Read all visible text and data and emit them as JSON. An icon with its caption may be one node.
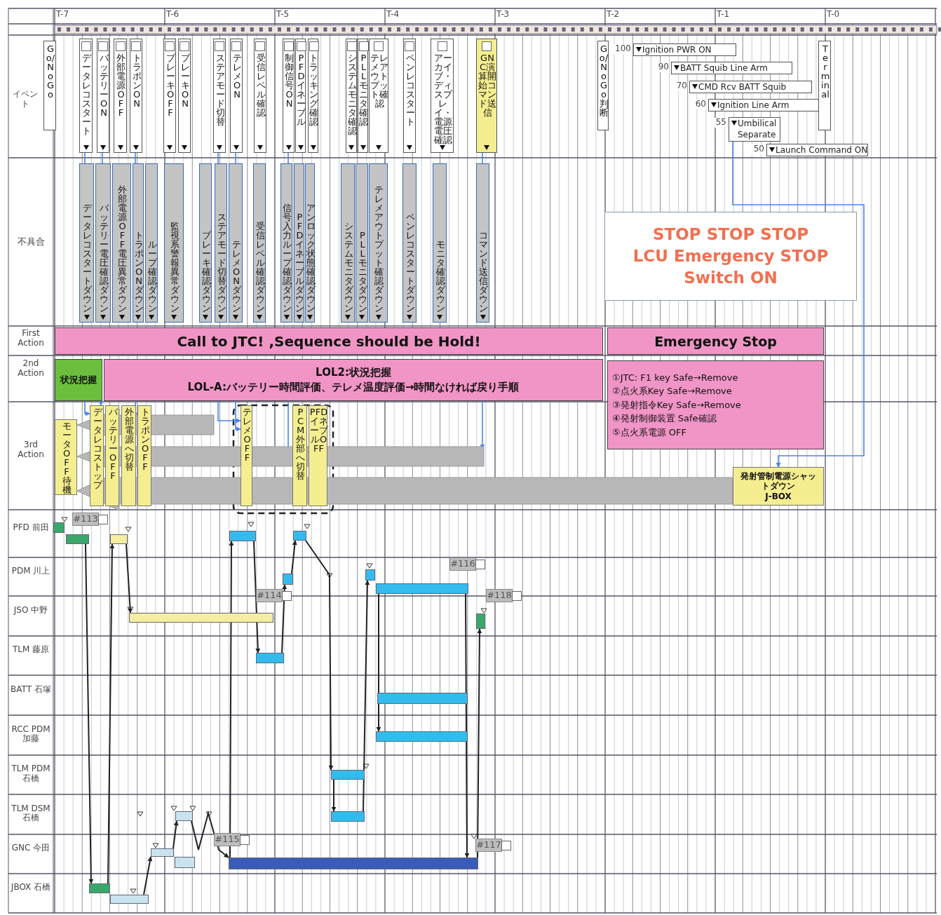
{
  "diagram": {
    "nodes": [
      {
        "text": [
          "Go/NoGo"
        ]
      },
      {
        "text": [
          "データレコスタート"
        ]
      },
      {
        "text": [
          "バッテリーON"
        ]
      },
      {
        "text": [
          "外部電源OFF"
        ]
      },
      {
        "text": [
          "トラポンON"
        ]
      },
      {
        "text": [
          "ブレーキOFF"
        ]
      },
      {
        "text": [
          "ブレーキON"
        ]
      },
      {
        "text": [
          "ステアモード切替"
        ]
      },
      {
        "text": [
          "テレメON"
        ]
      },
      {
        "text": [
          "受信レベル確認"
        ]
      },
      {
        "text": [
          "制御信号ON"
        ]
      },
      {
        "text": [
          "PFDイネーブル"
        ]
      },
      {
        "text": [
          "トラッキング確認"
        ]
      },
      {
        "text": [
          "システムモニタ確認"
        ]
      },
      {
        "text": [
          "PLLモニタ確認"
        ]
      },
      {
        "text": [
          "テレメアウトプット確認"
        ]
      },
      {
        "text": [
          "ペンレコスタート"
        ]
      },
      {
        "text": [
          "アーカイブ・ディスプレイ・電源電圧確認"
        ]
      },
      {
        "text": [
          "GNC演算開始コマンド送信"
        ]
      },
      {
        "text": [
          "Go/NoGo判断"
        ]
      },
      {
        "text": [
          "Terminal"
        ]
      },
      {
        "text": [
          "Ignition PWR ON"
        ],
        "beside": [
          "100"
        ]
      },
      {
        "text": [
          "BATT Squib Line Arm"
        ],
        "beside": [
          "90"
        ]
      },
      {
        "text": [
          "CMD Rcv BATT Squib"
        ],
        "beside": [
          "70"
        ]
      },
      {
        "text": [
          "Ignition Line Arm"
        ],
        "beside": [
          "60"
        ]
      },
      {
        "text": [
          "Umbilical Separate"
        ],
        "beside": [
          "55"
        ]
      },
      {
        "text": [
          "Launch Command ON"
        ],
        "beside": [
          "50"
        ]
      },
      {
        "text": [
          "データレコスタートダウン"
        ]
      },
      {
        "text": [
          "バッテリー電圧確認ダウン"
        ]
      },
      {
        "text": [
          "外部電源OFF電圧異常ダウン"
        ]
      },
      {
        "text": [
          "トラポンONダウン"
        ]
      },
      {
        "text": [
          "ループ確認ダウン"
        ]
      },
      {
        "text": [
          "監視系警報異常ダウン"
        ]
      },
      {
        "text": [
          "ブレーキ確認ダウン"
        ]
      },
      {
        "text": [
          "ステアモード切替ダウン"
        ]
      },
      {
        "text": [
          "テレメONダウン"
        ]
      },
      {
        "text": [
          "受信レベル確認ダウン"
        ]
      },
      {
        "text": [
          "信号入力ループ確認ダウン"
        ]
      },
      {
        "text": [
          "PFDイネーブルダウン"
        ]
      },
      {
        "text": [
          "アンロック状態確認ダウン"
        ]
      },
      {
        "text": [
          "システムモニタダウン"
        ]
      },
      {
        "text": [
          "PLLモニタダウン"
        ]
      },
      {
        "text": [
          "テレメアウトプット確認ダウン"
        ]
      },
      {
        "text": [
          "ペンレコスタートダウン"
        ]
      },
      {
        "text": [
          "モニタ確認ダウン"
        ]
      },
      {
        "text": [
          "コマンド送信ダウン"
        ]
      },
      {
        "text": [
          "STOP STOP STOP",
          "LCU Emergency STOP Switch ON"
        ]
      },
      {
        "text": [
          "Call to JTC! ,Sequence should be Hold!"
        ]
      },
      {
        "text": [
          "Emergency Stop"
        ]
      },
      {
        "text": [
          "状況把握"
        ]
      },
      {
        "text": [
          "LOL2:状況把握",
          "LOL-A:バッテリー時間評価、テレメ温度評価→時間なければ戻り手順"
        ]
      },
      {
        "text": [
          "①JTC: F1 key Safe→Remove",
          "②点火系Key Safe→Remove",
          "③発射指令Key Safe→Remove",
          "④発射制御装置 Safe確認",
          "⑤点火系電源 OFF"
        ]
      },
      {
        "text": [
          "モータOFF待機"
        ]
      },
      {
        "text": [
          "データレコストップ"
        ]
      },
      {
        "text": [
          "バッテリーOFF"
        ]
      },
      {
        "text": [
          "外部電源へ切替"
        ]
      },
      {
        "text": [
          "トラポンOFF"
        ]
      },
      {
        "text": [
          "テレメOFF"
        ]
      },
      {
        "text": [
          "PCM外部へ切替"
        ]
      },
      {
        "text": [
          "PFDイネーブルOFF"
        ]
      },
      {
        "text": [
          "発射管制電源シャットダウン",
          "J-BOX"
        ]
      },
      {
        "text": [],
        "shape": "bar"
      },
      {
        "text": [],
        "shape": "bar"
      },
      {
        "text": [],
        "shape": "bar"
      },
      {
        "text": [],
        "shape": "bar"
      },
      {
        "text": [],
        "shape": "bar"
      },
      {
        "text": [],
        "shape": "bar"
      },
      {
        "text": [],
        "shape": "bar"
      },
      {
        "text": [],
        "shape": "bar"
      },
      {
        "text": [],
        "shape": "bar"
      },
      {
        "text": [],
        "shape": "bar"
      },
      {
        "text": [],
        "shape": "bar"
      },
      {
        "text": [],
        "shape": "bar"
      },
      {
        "text": [],
        "shape": "bar"
      },
      {
        "text": [],
        "shape": "bar"
      },
      {
        "text": [],
        "shape": "bar"
      },
      {
        "text": [],
        "shape": "bar"
      },
      {
        "text": [],
        "shape": "bar"
      },
      {
        "text": [],
        "shape": "bar"
      },
      {
        "text": [],
        "shape": "bar"
      },
      {
        "text": [],
        "shape": "bar"
      },
      {
        "text": [],
        "shape": "bar"
      }
    ],
    "edges": [
      {
        "from": 1,
        "to": 27,
        "arrow": "none",
        "color": "#4a86e8"
      },
      {
        "from": 2,
        "to": 28,
        "arrow": "none",
        "color": "#4a86e8"
      },
      {
        "from": 4,
        "to": 30,
        "arrow": "none",
        "color": "#4a86e8"
      },
      {
        "from": 7,
        "to": 34,
        "arrow": "none",
        "color": "#4a86e8"
      },
      {
        "from": 8,
        "to": 35,
        "arrow": "none",
        "color": "#4a86e8"
      },
      {
        "from": 10,
        "to": 37,
        "arrow": "none",
        "color": "#4a86e8"
      },
      {
        "from": 18,
        "to": 45,
        "arrow": "none",
        "color": "#4a86e8"
      },
      {
        "from": 49,
        "to": 53,
        "arrow": "to",
        "color": "#4a86e8"
      },
      {
        "from": 49,
        "to": 53,
        "arrow": "to",
        "color": "#4a86e8"
      },
      {
        "from": 50,
        "to": 56,
        "arrow": "to",
        "color": "#4a86e8"
      },
      {
        "from": 50,
        "to": 57,
        "arrow": "to",
        "color": "#4a86e8"
      },
      {
        "from": 50,
        "to": 57,
        "arrow": "to",
        "color": "#4a86e8"
      },
      {
        "from": 50,
        "to": 58,
        "arrow": "to",
        "color": "#4a86e8"
      },
      {
        "from": 50,
        "to": null,
        "arrow": "to",
        "color": "#4a86e8"
      },
      {
        "from": 25,
        "to": 60,
        "arrow": "to",
        "color": "#4a86e8"
      },
      {
        "from": 62,
        "to": 80,
        "arrow": "to"
      },
      {
        "from": 80,
        "to": 63,
        "arrow": "to"
      },
      {
        "from": 63,
        "to": 69,
        "arrow": "to"
      },
      {
        "from": 81,
        "to": 77,
        "arrow": "to"
      },
      {
        "from": 77,
        "to": 76,
        "arrow": "to"
      },
      {
        "from": 76,
        "to": 79,
        "arrow": "to"
      },
      {
        "from": 79,
        "to": 64,
        "arrow": "to"
      },
      {
        "from": 64,
        "to": 71,
        "arrow": "to"
      },
      {
        "from": 71,
        "to": 66,
        "arrow": "to"
      },
      {
        "from": 66,
        "to": 65,
        "arrow": "to"
      },
      {
        "from": 65,
        "to": 74,
        "arrow": "to"
      },
      {
        "from": 74,
        "to": 75,
        "arrow": "to"
      },
      {
        "from": 75,
        "to": 67,
        "arrow": "to"
      },
      {
        "from": 68,
        "to": 73,
        "arrow": "to"
      },
      {
        "from": 68,
        "to": 79,
        "arrow": "to"
      },
      {
        "from": 79,
        "to": 70,
        "arrow": "to"
      },
      {
        "from": null,
        "to": 52,
        "arrow": "to",
        "style": "thick",
        "color": "#b8b8b8"
      },
      {
        "from": null,
        "to": 52,
        "arrow": "to",
        "style": "thick",
        "color": "#b8b8b8"
      },
      {
        "from": 60,
        "to": 52,
        "arrow": "to",
        "style": "thick",
        "color": "#b8b8b8"
      }
    ],
    "labels": [
      "T-7",
      "T-6",
      "T-5",
      "T-4",
      "T-3",
      "T-2",
      "T-1",
      "T-0",
      "イベント",
      "不具合",
      "First Action",
      "2nd Action",
      "3rd Action",
      "PFD 前田",
      "PDM 川上",
      "JSO 中野",
      "TLM 藤原",
      "BATT 石塚",
      "RCC PDM 加藤",
      "TLM PDM 石橋",
      "TLM DSM 石橋",
      "GNC 今田",
      "JBOX 石橋",
      "#113",
      "#114",
      "#115",
      "#116",
      "#117",
      "#118"
    ]
  }
}
